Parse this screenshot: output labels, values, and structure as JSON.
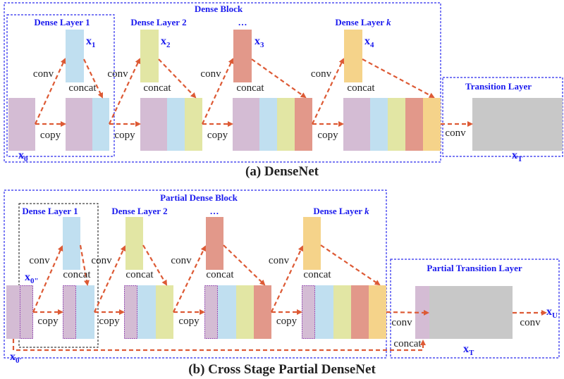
{
  "colors": {
    "purple": "#d4bcd4",
    "blue": "#c0dff0",
    "yellow": "#e2e6a4",
    "red": "#e2988a",
    "orange": "#f5d38a",
    "gray": "#c8c8c8",
    "arrow": "#dd5a35",
    "label_blue": "#1a1aee"
  },
  "a": {
    "title": "(a) DenseNet",
    "block_title": "Dense Block",
    "layers": [
      "Dense Layer 1",
      "Dense Layer 2",
      "…",
      "Dense Layer "
    ],
    "layer_k": "k",
    "vars": [
      {
        "m": "x",
        "s": "1"
      },
      {
        "m": "x",
        "s": "2"
      },
      {
        "m": "x",
        "s": "3"
      },
      {
        "m": "x",
        "s": "4"
      }
    ],
    "x0": {
      "m": "x",
      "s": "0"
    },
    "transition_title": "Transition Layer",
    "xT": {
      "m": "x",
      "s": "T"
    },
    "conv": "conv",
    "concat": "concat",
    "copy": "copy"
  },
  "b": {
    "title": "(b) Cross Stage Partial DenseNet",
    "block_title": "Partial Dense Block",
    "layers": [
      "Dense Layer 1",
      "Dense Layer 2",
      "…",
      "Dense Layer "
    ],
    "layer_k": "k",
    "x0pp": {
      "m": "x",
      "s": "0\""
    },
    "x0p": {
      "m": "x",
      "s": "0'"
    },
    "transition_title": "Partial Transition Layer",
    "xT": {
      "m": "x",
      "s": "T"
    },
    "xU": {
      "m": "x",
      "s": "U"
    },
    "conv": "conv",
    "concat": "concat",
    "copy": "copy"
  }
}
